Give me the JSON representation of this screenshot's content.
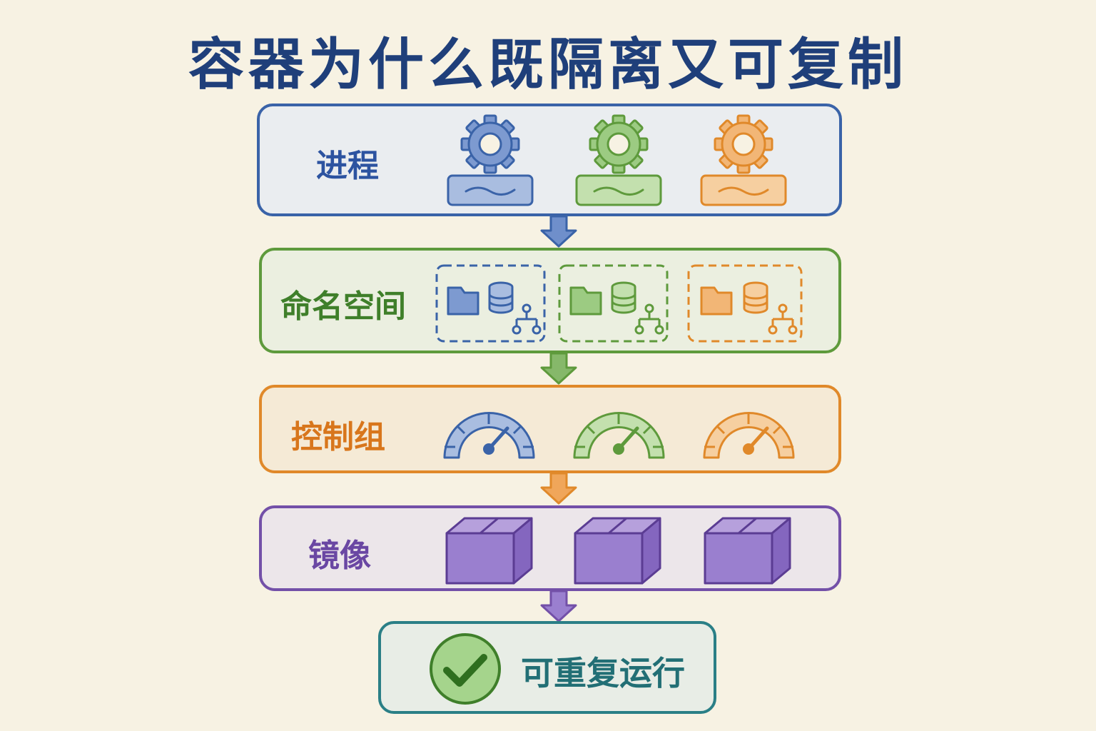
{
  "title": "容器为什么既隔离又可复制",
  "colors": {
    "blue": "#3a63a8",
    "green": "#5e9a3c",
    "orange": "#e0892a",
    "purple": "#7350a8",
    "teal": "#2a7f86",
    "title": "#1f3f7a"
  },
  "layers": [
    {
      "id": "process",
      "label": "进程",
      "icon": "gear-process-icon",
      "count": 3
    },
    {
      "id": "namespace",
      "label": "命名空间",
      "icon": "namespace-box-icon",
      "count": 3
    },
    {
      "id": "cgroup",
      "label": "控制组",
      "icon": "gauge-icon",
      "count": 3
    },
    {
      "id": "image",
      "label": "镜像",
      "icon": "package-box-icon",
      "count": 3
    }
  ],
  "result": {
    "label": "可重复运行",
    "icon": "checkmark-circle-icon"
  }
}
